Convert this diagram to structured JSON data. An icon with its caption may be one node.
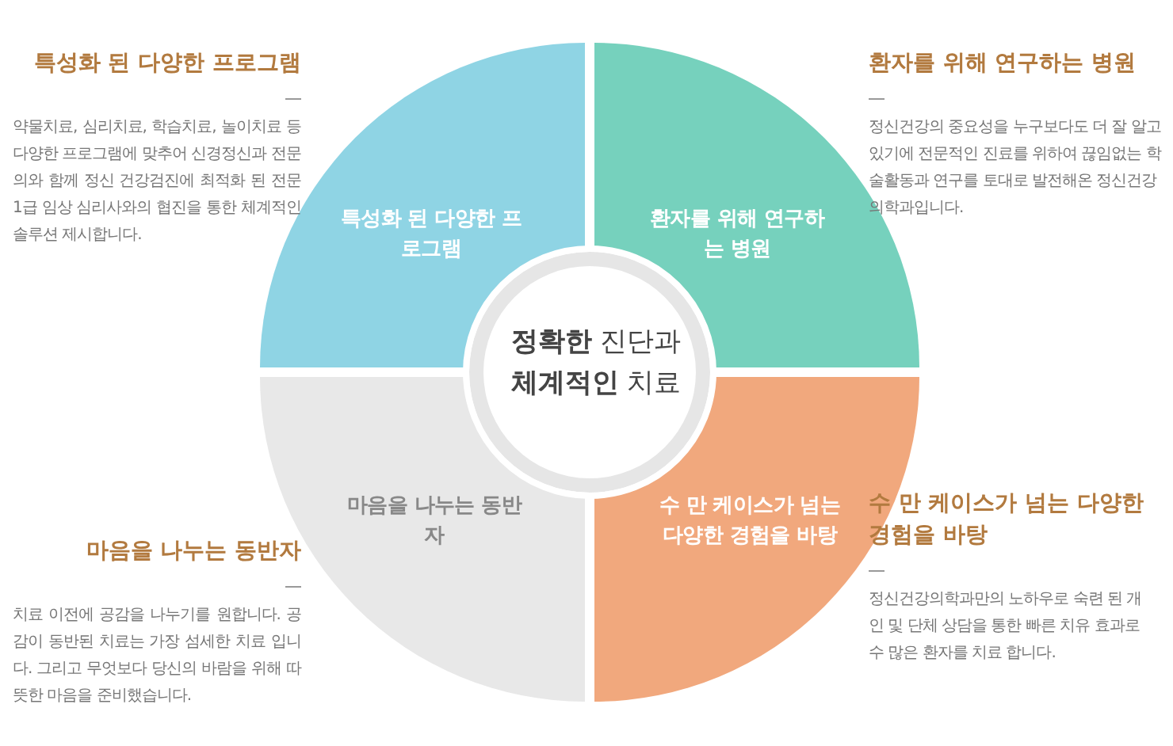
{
  "diagram": {
    "nodes": [
      {
        "text": [
          "**정확한** 진단과 **체계적인** 치료"
        ]
      },
      {
        "text": [
          "특성화 된 다양한 프로그램"
        ]
      },
      {
        "text": [
          "환자를 위해 연구하는 병원"
        ]
      },
      {
        "text": [
          "마음을 나누는 동반자"
        ]
      },
      {
        "text": [
          "수 만 케이스가 넘는 다양한 경험을 바탕"
        ]
      }
    ],
    "edges": [],
    "labels": [
      "특성화 된 다양한 프로그램",
      "약물치료, 심리치료, 학습치료, 놀이치료 등 다양한 프로그램에 맞추어 신경정신과 전문의와 함께 정신 건강검진에 최적화 된 전문 1급 임상 심리사와의 협진을 통한 체계적인 솔루션 제시합니다.",
      "환자를 위해 연구하는 병원",
      "정신건강의 중요성을 누구보다도 더 잘 알고 있기에 전문적인 진료를 위하여 끊임없는 학술활동과 연구를 토대로 발전해온 정신건강의학과입니다.",
      "마음을 나누는 동반자",
      "치료 이전에 공감을 나누기를 원합니다. 공감이 동반된 치료는 가장 섬세한 치료 입니다. 그리고 무엇보다 당신의 바람을 위해 따뜻한 마음을 준비했습니다.",
      "수 만 케이스가 넘는 다양한 경험을 바탕",
      "정신건강의학과만의 노하우로 숙련 된 개인 및 단체 상담을 통한 빠른 치유 효과로 수 많은 환자를 치료 합니다."
    ]
  }
}
